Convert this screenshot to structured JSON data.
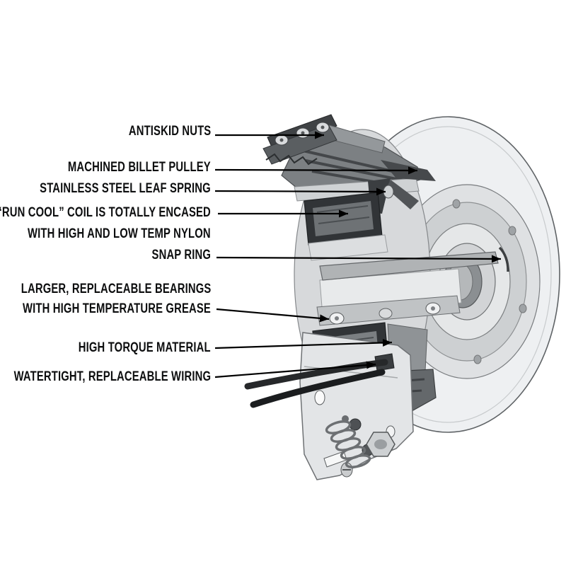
{
  "diagram": {
    "background": "#ffffff",
    "ink_color": "#000000",
    "callouts": [
      {
        "id": "antiskid-nuts",
        "lines": [
          "ANTISKID NUTS"
        ]
      },
      {
        "id": "machined-billet-pulley",
        "lines": [
          "MACHINED BILLET PULLEY"
        ]
      },
      {
        "id": "stainless-steel-leaf-spring",
        "lines": [
          "STAINLESS STEEL LEAF SPRING"
        ]
      },
      {
        "id": "run-cool-coil",
        "lines": [
          "“RUN COOL” COIL IS TOTALLY ENCASED",
          "WITH HIGH AND LOW TEMP NYLON"
        ]
      },
      {
        "id": "snap-ring",
        "lines": [
          "SNAP RING"
        ]
      },
      {
        "id": "bearings",
        "lines": [
          "LARGER, REPLACEABLE BEARINGS",
          "WITH HIGH TEMPERATURE GREASE"
        ]
      },
      {
        "id": "high-torque-material",
        "lines": [
          "HIGH TORQUE MATERIAL"
        ]
      },
      {
        "id": "watertight-wiring",
        "lines": [
          "WATERTIGHT, REPLACEABLE WIRING"
        ]
      }
    ]
  }
}
